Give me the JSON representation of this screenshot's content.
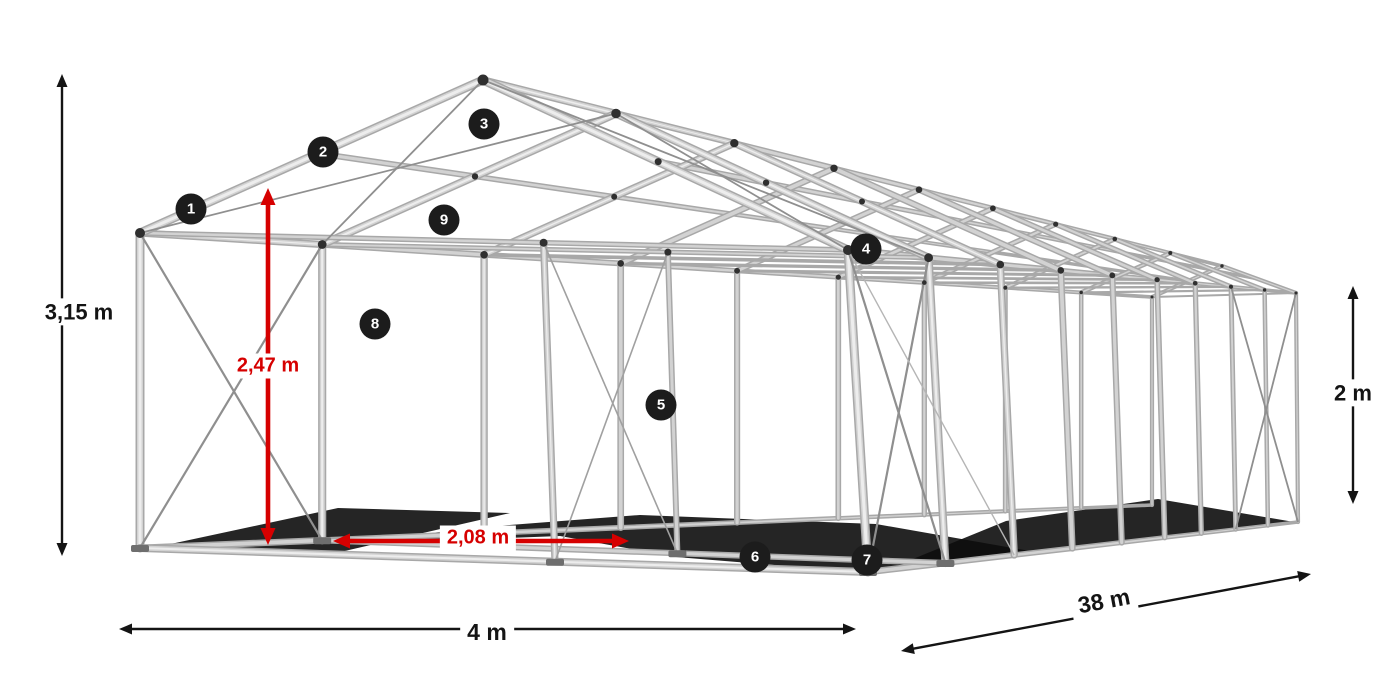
{
  "colors": {
    "accent_red": "#d60000",
    "arrow_black": "#141414",
    "frame_light": "#d2d2d2",
    "frame_dark": "#a8a8a8",
    "marker_bg": "#1c1c1c",
    "shadow": "#0d0d0d"
  },
  "dimensions": {
    "total_height": {
      "label": "3,15 m",
      "color": "black"
    },
    "entrance_height": {
      "label": "2,47 m",
      "color": "red"
    },
    "bay_spacing": {
      "label": "2,08 m",
      "color": "red"
    },
    "width": {
      "label": "4 m",
      "color": "black"
    },
    "length": {
      "label": "38 m",
      "color": "black"
    },
    "side_height": {
      "label": "2 m",
      "color": "black"
    }
  },
  "markers": [
    "1",
    "2",
    "3",
    "4",
    "5",
    "6",
    "7",
    "8",
    "9"
  ]
}
